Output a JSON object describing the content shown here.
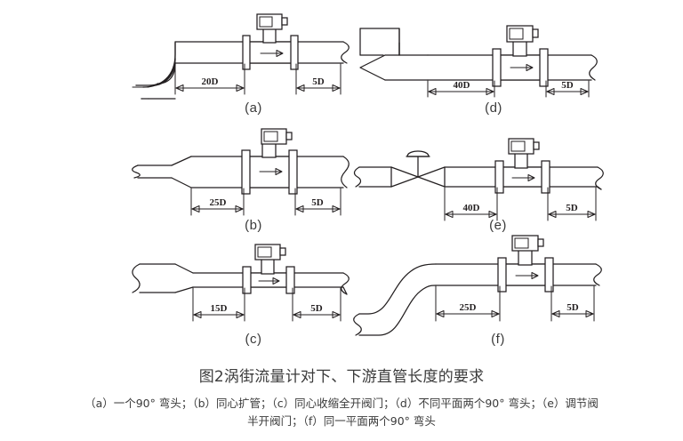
{
  "figure": {
    "title": "图2涡街流量计对下、下游直管长度的要求",
    "caption_line1": "（a）一个90° 弯头；（b）同心扩管；（c）同心收缩全开阀门；（d）不同平面两个90° 弯头；（e）调节阀",
    "caption_line2": "半开阀门；（f）同一平面两个90° 弯头"
  },
  "panels": [
    {
      "id": "a",
      "label": "(a)",
      "upstream": "20D",
      "downstream": "5D",
      "disturbance": "90-degree-elbow",
      "description": "一个90° 弯头"
    },
    {
      "id": "d",
      "label": "(d)",
      "upstream": "40D",
      "downstream": "5D",
      "disturbance": "two-90-degree-elbows-different-planes",
      "description": "不同平面两个90° 弯头"
    },
    {
      "id": "b",
      "label": "(b)",
      "upstream": "25D",
      "downstream": "5D",
      "disturbance": "concentric-expander",
      "description": "同心扩管"
    },
    {
      "id": "e",
      "label": "(e)",
      "upstream": "40D",
      "downstream": "5D",
      "disturbance": "control-valve-half-open",
      "description": "调节阀半开阀门"
    },
    {
      "id": "c",
      "label": "(c)",
      "upstream": "15D",
      "downstream": "5D",
      "disturbance": "concentric-reducer-valve-full-open",
      "description": "同心收缩全开阀门"
    },
    {
      "id": "f",
      "label": "(f)",
      "upstream": "25D",
      "downstream": "5D",
      "disturbance": "two-90-degree-elbows-same-plane",
      "description": "同一平面两个90° 弯头"
    }
  ],
  "colors": {
    "line": "#231f20",
    "text": "#3b3b3b",
    "background": "#ffffff"
  }
}
